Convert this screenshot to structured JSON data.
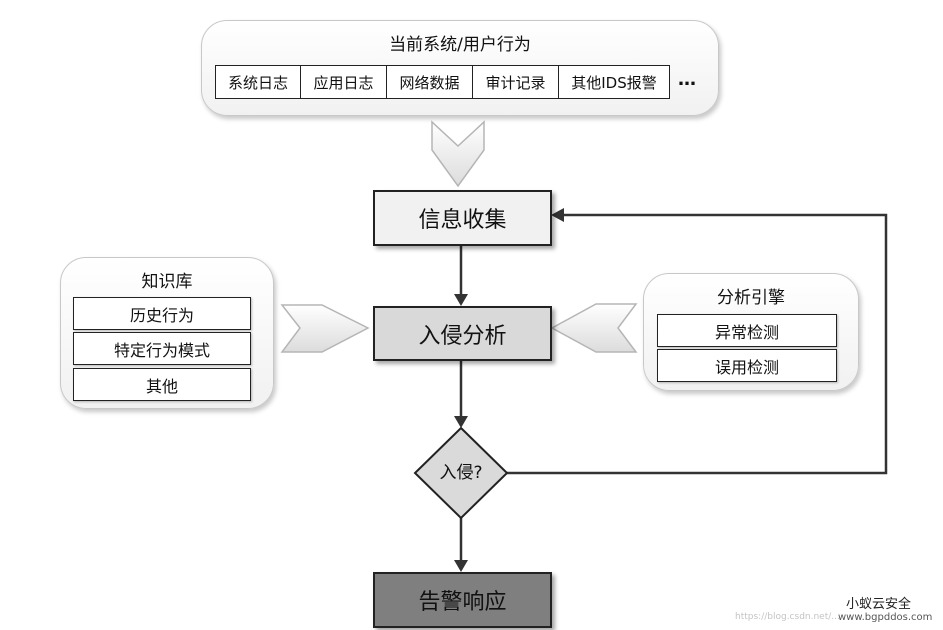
{
  "top_panel": {
    "title": "当前系统/用户行为",
    "items": [
      "系统日志",
      "应用日志",
      "网络数据",
      "审计记录",
      "其他IDS报警"
    ],
    "more": "…"
  },
  "nodes": {
    "collect": "信息收集",
    "analyze": "入侵分析",
    "decision": "入侵?",
    "alert": "告警响应"
  },
  "knowledge_panel": {
    "title": "知识库",
    "items": [
      "历史行为",
      "特定行为模式",
      "其他"
    ]
  },
  "engine_panel": {
    "title": "分析引擎",
    "items": [
      "异常检测",
      "误用检测"
    ]
  },
  "watermark": {
    "brand": "小蚁云安全",
    "site": "www.bgpddos.com",
    "faint": "https://blog.csdn.net/..."
  }
}
